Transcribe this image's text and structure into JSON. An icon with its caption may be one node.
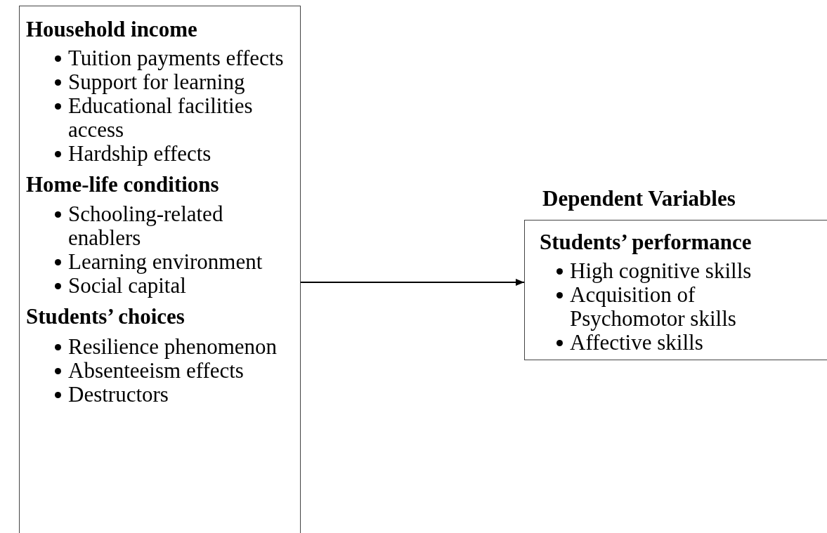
{
  "diagram": {
    "nodes": [
      {
        "text": [
          "Household income",
          "Tuition payments effects",
          "Support for learning",
          "Educational facilities access",
          "Hardship effects",
          "Home-life conditions",
          "Schooling-related enablers",
          "Learning environment",
          "Social capital",
          "Students’ choices",
          "Resilience phenomenon",
          "Absenteeism effects",
          "Destructors"
        ]
      },
      {
        "text": [
          "Dependent Variables",
          "Students’ performance",
          "High cognitive skills",
          "Acquisition of Psychomotor skills",
          "Affective skills"
        ]
      }
    ],
    "edges": [
      {
        "from": 0,
        "to": 1,
        "arrow": "to"
      }
    ]
  }
}
